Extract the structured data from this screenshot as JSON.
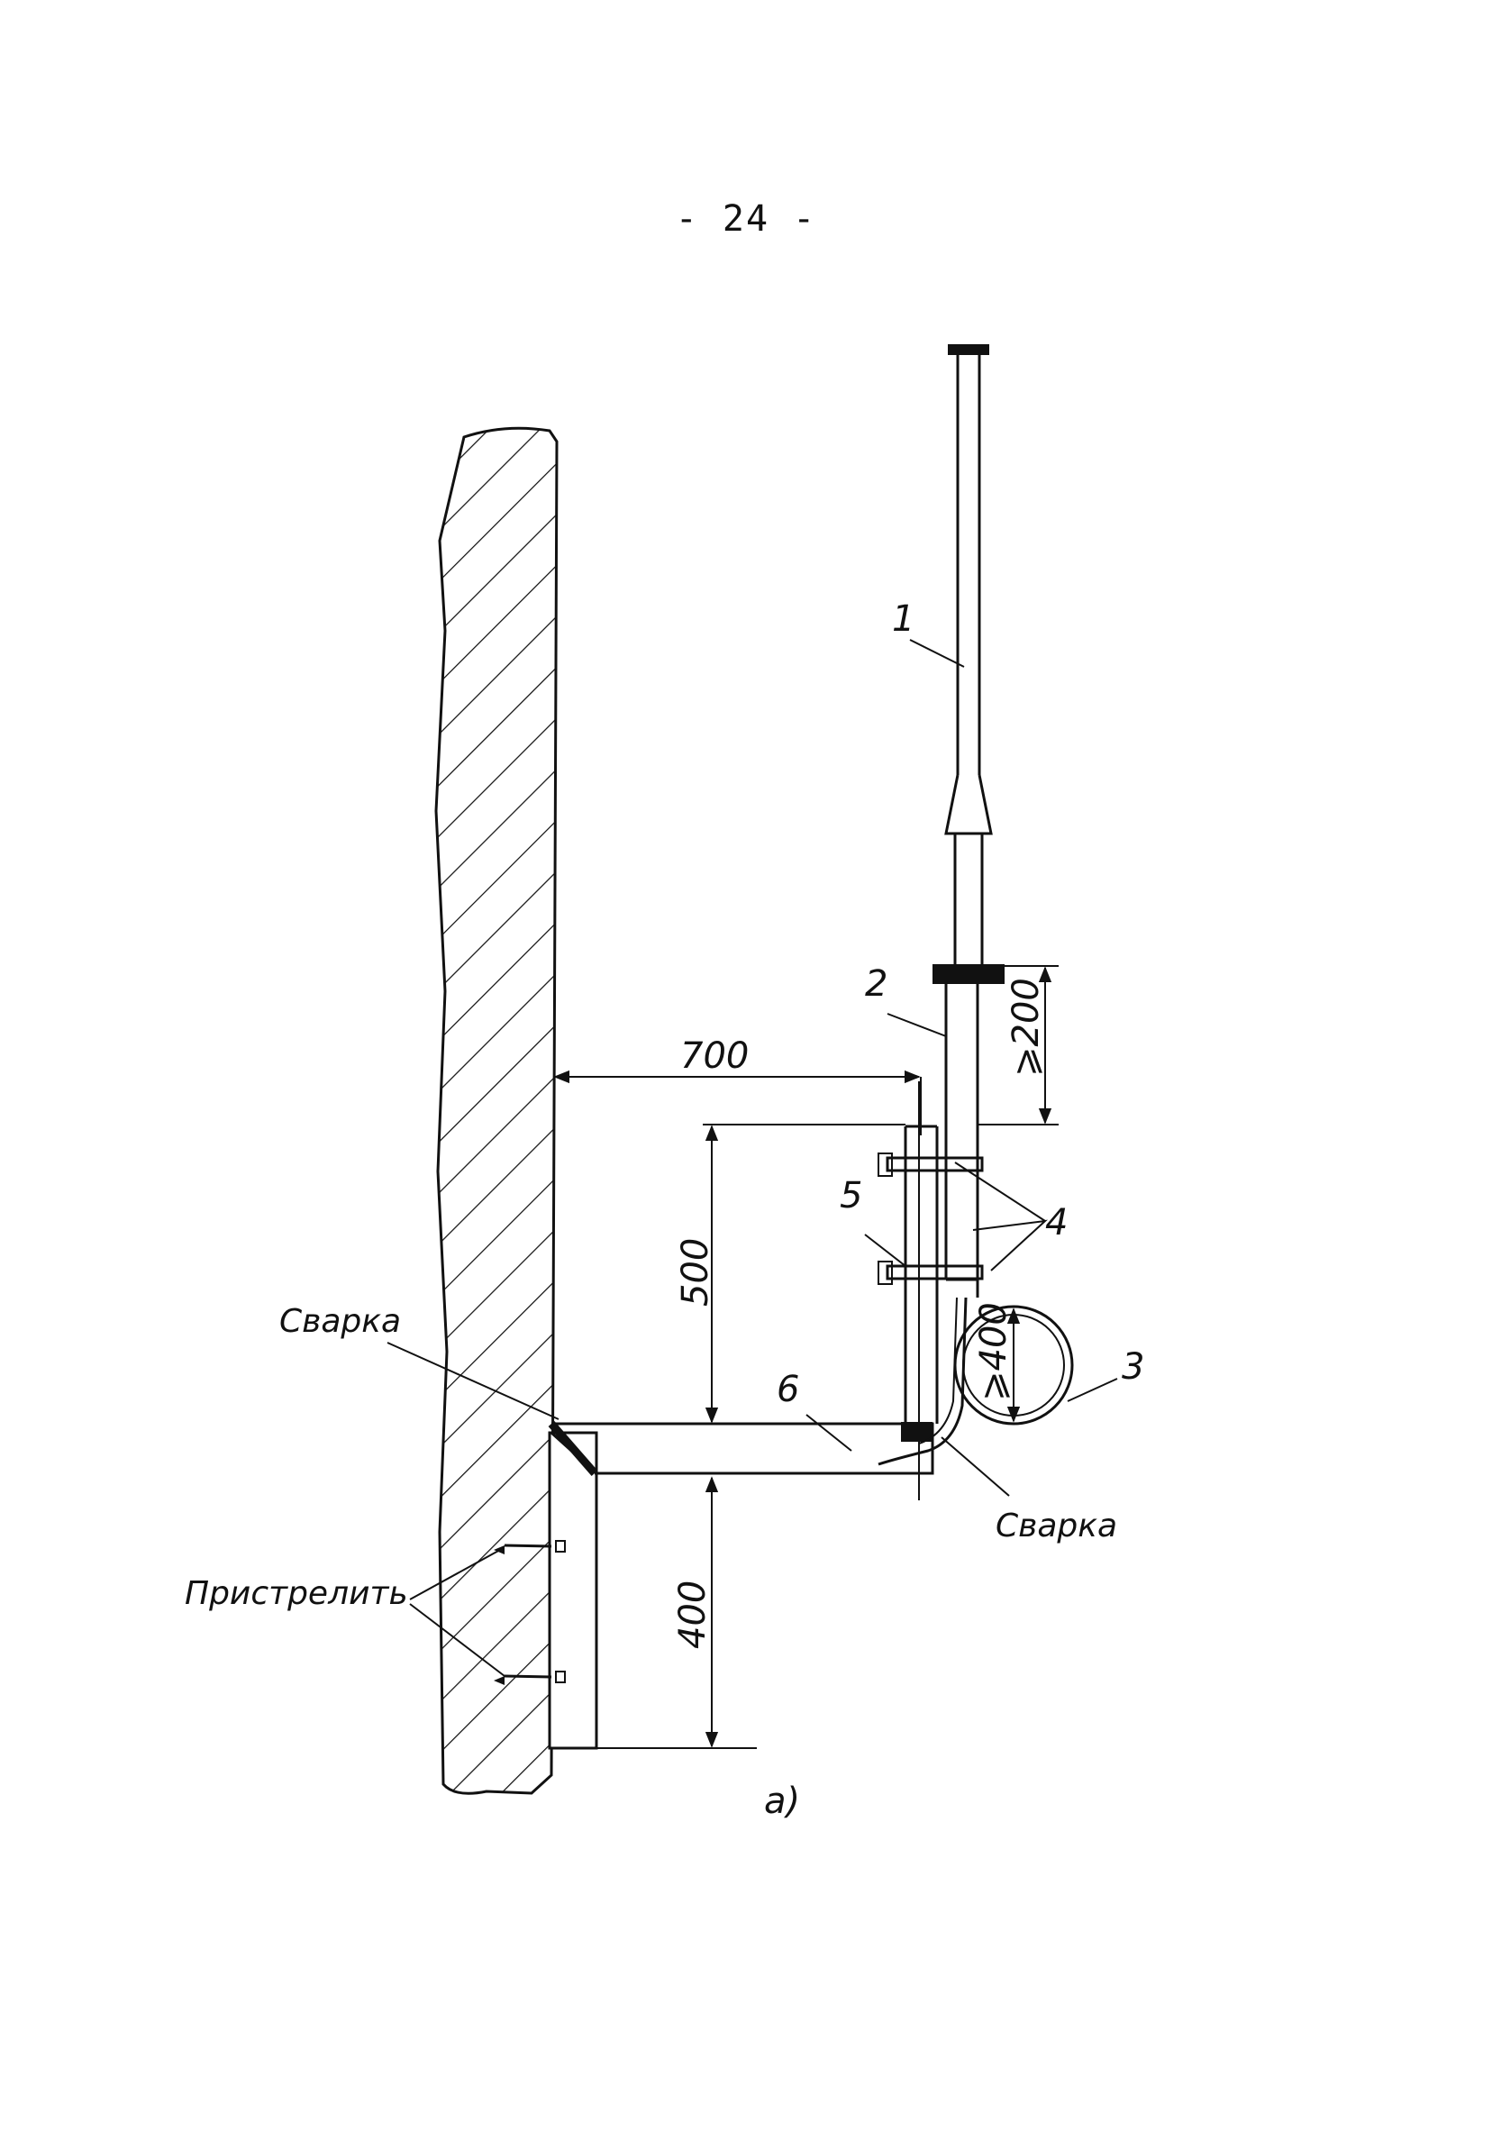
{
  "page": {
    "number": "- 24 -"
  },
  "drawing": {
    "callouts": {
      "c1": "1",
      "c2": "2",
      "c3": "3",
      "c4": "4",
      "c5": "5",
      "c6": "6"
    },
    "dimensions": {
      "d700": "700",
      "d500": "500",
      "d400": "400",
      "d_ge200": "⩾200",
      "d_ge400": "⩾400"
    },
    "notes": {
      "weld_left": "Сварка",
      "weld_right": "Сварка",
      "shoot": "Пристрелить"
    },
    "caption": "а)"
  }
}
